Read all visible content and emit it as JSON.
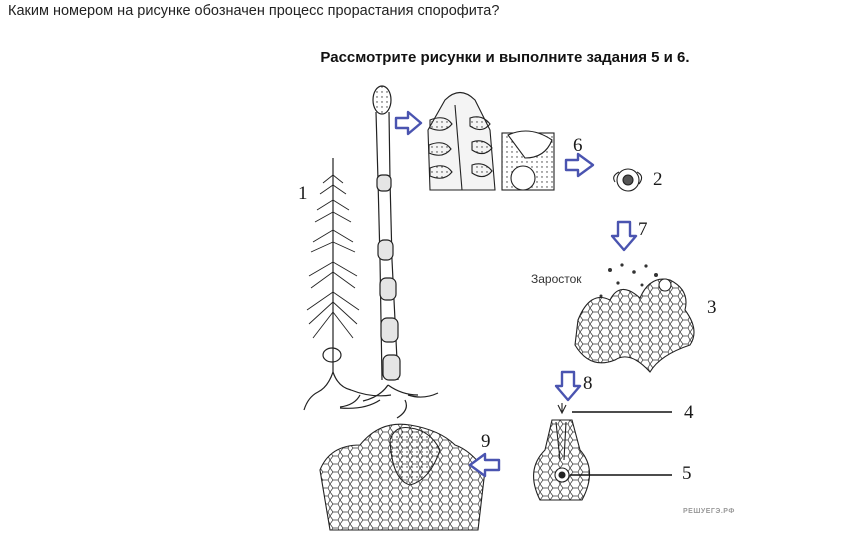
{
  "question": "Каким номером на рисунке обозначен процесс прорастания спорофита?",
  "task_title": "Рассмотрите рисунки и выполните задания 5 и 6.",
  "figure": {
    "label_zarostok": "Заросток",
    "numbers": [
      "1",
      "2",
      "3",
      "4",
      "5",
      "6",
      "7",
      "8",
      "9"
    ],
    "arrow_color": "#4a54b0",
    "icons": [
      "horsetail-plant-drawing",
      "strobilus-section-drawing",
      "sporangium-drawing",
      "spore-drawing",
      "gametophyte-drawing",
      "archegonium-drawing",
      "embryo-drawing"
    ]
  },
  "watermark": "РЕШУЕГЭ.РФ"
}
